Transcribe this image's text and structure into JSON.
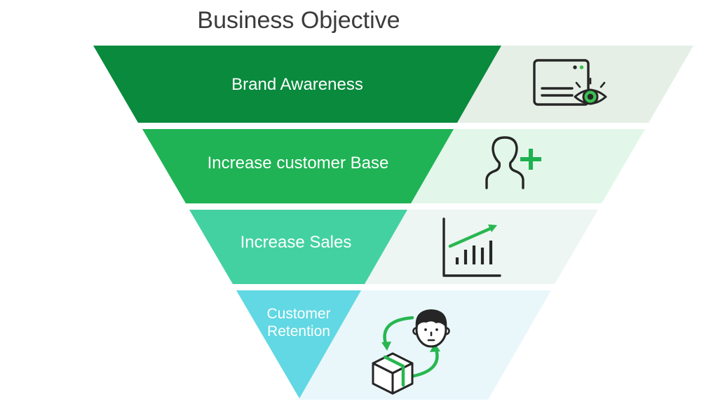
{
  "title": "Business Objective",
  "funnel": {
    "tiers": [
      {
        "label": "Brand Awareness",
        "color": "#098a3d",
        "light_color": "#e5efe6",
        "icon": "webpage-eye-icon"
      },
      {
        "label": "Increase customer Base",
        "color": "#1fb355",
        "light_color": "#e2f7e9",
        "icon": "add-user-icon"
      },
      {
        "label": "Increase Sales",
        "color": "#44d1a1",
        "light_color": "#edf6f2",
        "icon": "sales-growth-chart-icon"
      },
      {
        "label": "Customer Retention",
        "label_lines": [
          "Customer",
          "Retention"
        ],
        "color": "#61d8e3",
        "light_color": "#e9f7fb",
        "icon": "customer-product-cycle-icon"
      }
    ]
  },
  "colors": {
    "title_text": "#3b3b3b",
    "icon_outline": "#262626",
    "icon_accent_green": "#27b750",
    "background": "#ffffff"
  }
}
